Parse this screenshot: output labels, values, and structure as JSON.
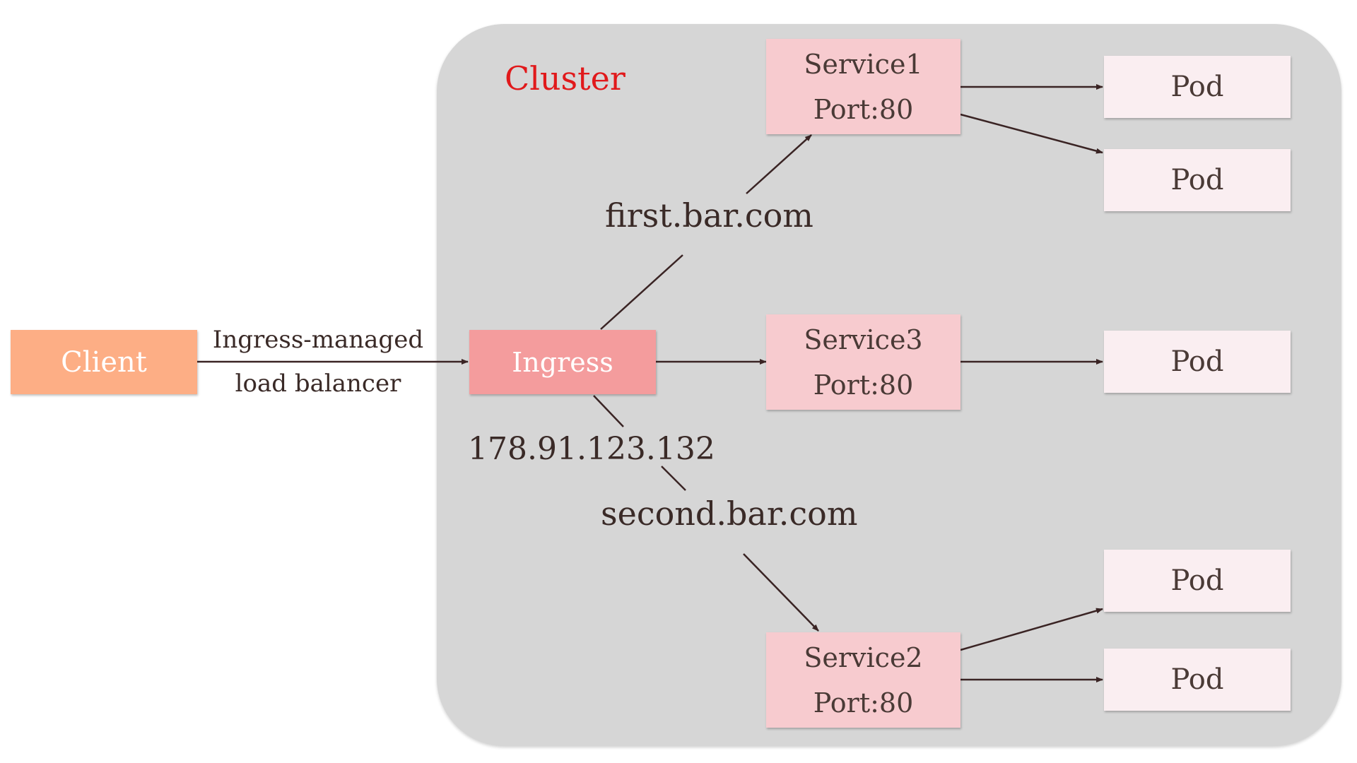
{
  "cluster": {
    "title": "Cluster"
  },
  "client": {
    "label": "Client"
  },
  "load_balancer": {
    "line1": "Ingress-managed",
    "line2": "load balancer"
  },
  "ingress": {
    "label": "Ingress",
    "ip": "178.91.123.132"
  },
  "hosts": {
    "first": "first.bar.com",
    "second": "second.bar.com"
  },
  "services": [
    {
      "name": "Service1",
      "port": "Port:80"
    },
    {
      "name": "Service3",
      "port": "Port:80"
    },
    {
      "name": "Service2",
      "port": "Port:80"
    }
  ],
  "pods": [
    "Pod",
    "Pod",
    "Pod",
    "Pod",
    "Pod"
  ],
  "colors": {
    "cluster_bg": "#d6d6d6",
    "cluster_title": "#e1191b",
    "client": "#fdae85",
    "ingress": "#f49c9d",
    "service": "#f7cbcf",
    "pod": "#faeef1",
    "edge": "#3a2424"
  }
}
